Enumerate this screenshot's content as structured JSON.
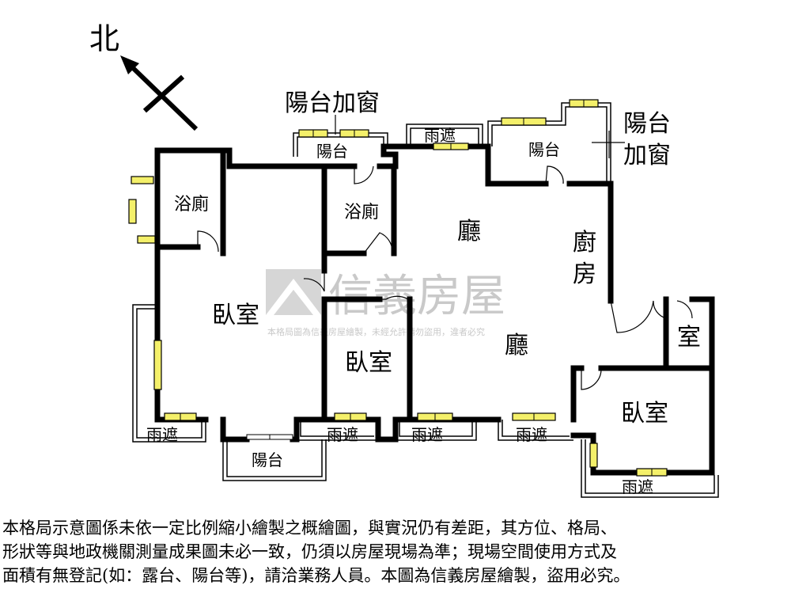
{
  "compass": {
    "north_label": "北"
  },
  "rooms": {
    "bath_left": "浴廁",
    "bath_mid": "浴廁",
    "living_top": "廳",
    "kitchen_char1": "廚",
    "kitchen_char2": "房",
    "bedroom_left": "臥室",
    "bedroom_mid": "臥室",
    "living_bottom": "廳",
    "small_room": "室",
    "bedroom_right": "臥室"
  },
  "balconies": {
    "top_mid": "陽台",
    "top_right": "陽台",
    "bottom": "陽台"
  },
  "annotations": {
    "enclosed_mid": "陽台加窗",
    "enclosed_right_line1": "陽台",
    "enclosed_right_line2": "加窗"
  },
  "canopies": {
    "top": "雨遮",
    "left": "雨遮",
    "mid1": "雨遮",
    "mid2": "雨遮",
    "mid3": "雨遮",
    "right": "雨遮"
  },
  "watermark": {
    "brand": "信義房屋",
    "notice": "本格局圖為信義房屋繪製，未經允許請勿盜用，違者必究"
  },
  "disclaimer": {
    "line1": "本格局示意圖係未依一定比例縮小繪製之概繪圖，與實況仍有差距，其方位、格局、",
    "line2": "形狀等與地政機關測量成果圖未必一致，仍須以房屋現場為準；現場空間使用方式及",
    "line3": "面積有無登記(如：露台、陽台等)，請洽業務人員。本圖為信義房屋繪製，盜用必究。"
  },
  "colors": {
    "wall": "#000000",
    "window_fill": "#f4f06a",
    "watermark": "#c9c9c9"
  }
}
